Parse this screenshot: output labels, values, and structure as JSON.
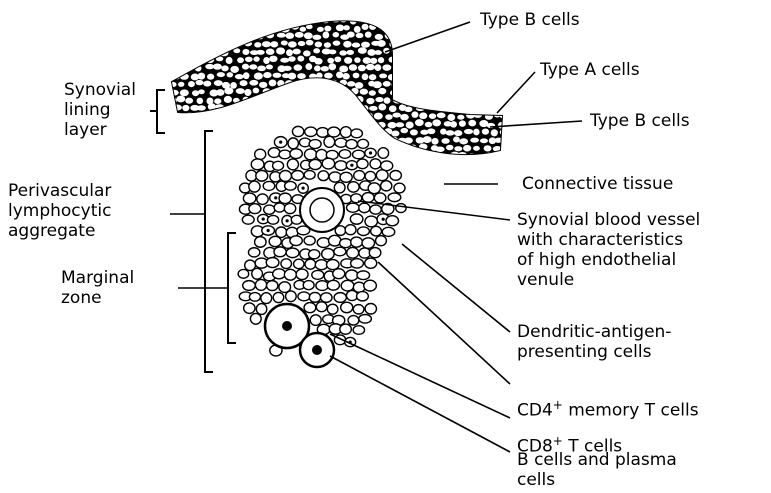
{
  "labels": {
    "type_b_cells_top": "Type B cells",
    "type_a_cells": "Type A cells",
    "type_b_cells_right": "Type B cells",
    "synovial_lining_layer": "Synovial\nlining\nlayer",
    "perivascular_aggregate": "Perivascular\nlymphocytic\naggregate",
    "marginal_zone": "Marginal\nzone",
    "connective_tissue": "Connective tissue",
    "blood_vessel": "Synovial blood vessel\nwith characteristics\nof high endothelial\nvenule",
    "dendritic_cells": "Dendritic-antigen-\npresenting cells",
    "cd4_base": "CD4",
    "cd4_sup": "+",
    "cd4_rest": " memory T cells",
    "cd8_base": "CD8",
    "cd8_sup": "+",
    "cd8_rest": " T cells",
    "b_cells": "B cells and plasma\ncells"
  }
}
